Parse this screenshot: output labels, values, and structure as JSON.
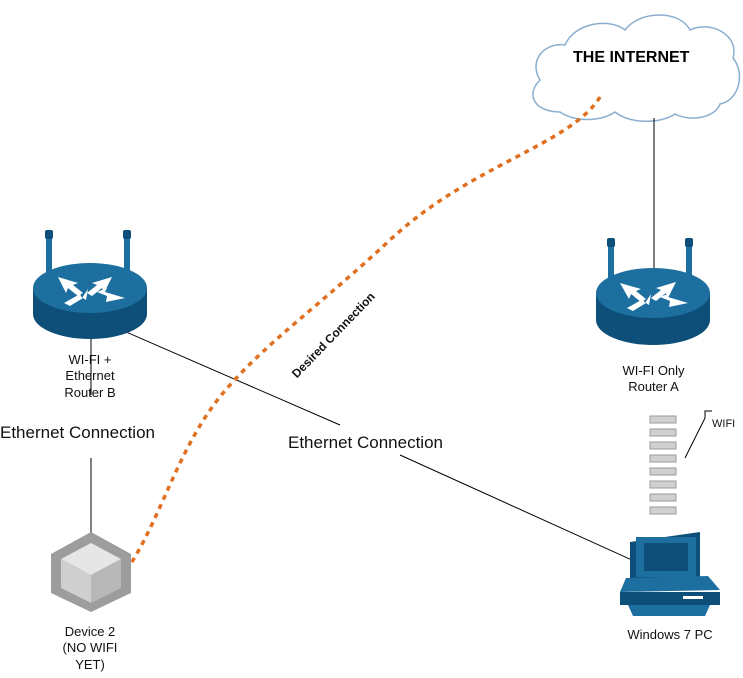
{
  "cloud": {
    "title": "THE INTERNET"
  },
  "router_b": {
    "label_lines": [
      "WI-FI +",
      "Ethernet",
      "Router B"
    ]
  },
  "router_a": {
    "label_lines": [
      "WI-FI Only",
      "Router A"
    ]
  },
  "device2": {
    "label_lines": [
      "Device 2",
      "(NO WIFI",
      "YET)"
    ]
  },
  "pc": {
    "label": "Windows 7 PC"
  },
  "connections": {
    "ethernet_left": "Ethernet Connection",
    "ethernet_middle": "Ethernet Connection",
    "desired": "Desired Connection",
    "wifi_bracket": "WIFI"
  },
  "colors": {
    "device_blue": "#1d6fa0",
    "device_dark": "#0d4f78",
    "desired_dashed": "#e07020",
    "cloud_stroke": "#8aaed0"
  }
}
